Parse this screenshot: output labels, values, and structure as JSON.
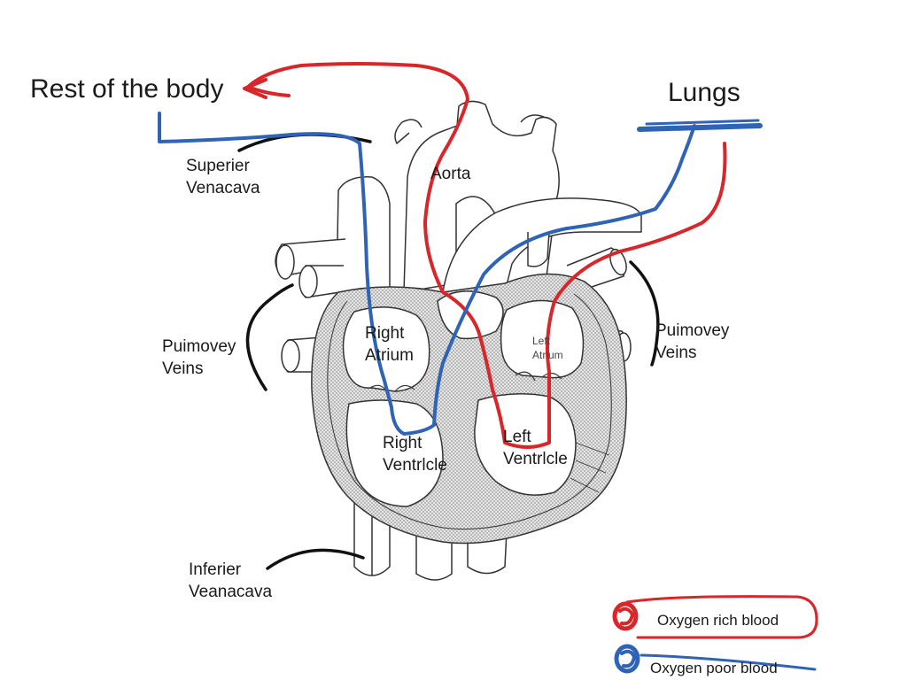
{
  "labels": {
    "rest_of_body": "Rest of the body",
    "lungs": "Lungs",
    "superior_vena_cava": [
      "Superier",
      "Venacava"
    ],
    "aorta": "Aorta",
    "pulmonary_veins_left": [
      "Puimovey",
      "Veins"
    ],
    "pulmonary_veins_right": [
      "Puimovey",
      "Veins"
    ],
    "right_atrium": [
      "Right",
      "Atrium"
    ],
    "left_atrium": [
      "Left",
      "Atrium"
    ],
    "right_ventricle": [
      "Right",
      "Ventrlcle"
    ],
    "left_ventricle": [
      "Left",
      "Ventrlcle"
    ],
    "inferior_vena_cava": [
      "Inferier",
      "Veanacava"
    ]
  },
  "legend": {
    "rich": "Oxygen rich blood",
    "poor": "Oxygen poor blood"
  },
  "colors": {
    "oxygen_rich": "#d9262a",
    "oxygen_poor": "#2f63b5",
    "leader_line": "#111111",
    "outline": "#333333"
  }
}
